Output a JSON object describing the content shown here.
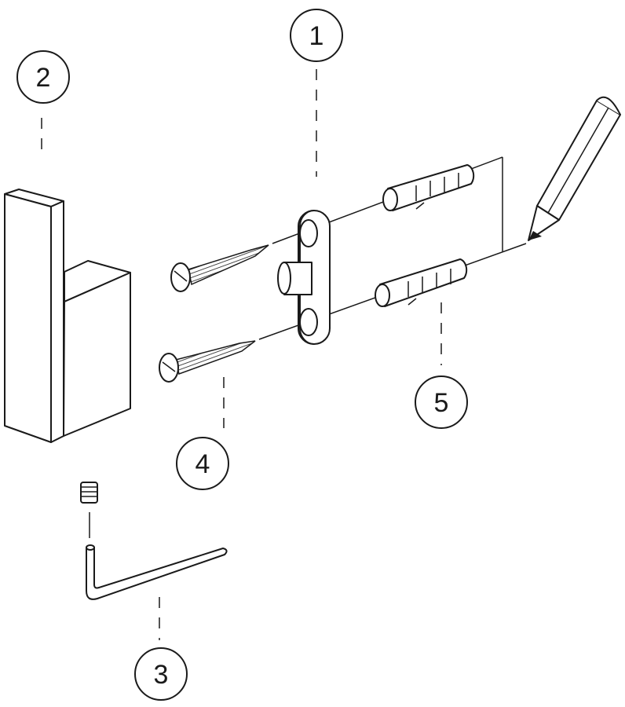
{
  "callouts": [
    {
      "id": "1",
      "part": "mounting-bracket"
    },
    {
      "id": "2",
      "part": "hook"
    },
    {
      "id": "3",
      "part": "allen-key"
    },
    {
      "id": "4",
      "part": "screws"
    },
    {
      "id": "5",
      "part": "wall-plugs"
    }
  ]
}
